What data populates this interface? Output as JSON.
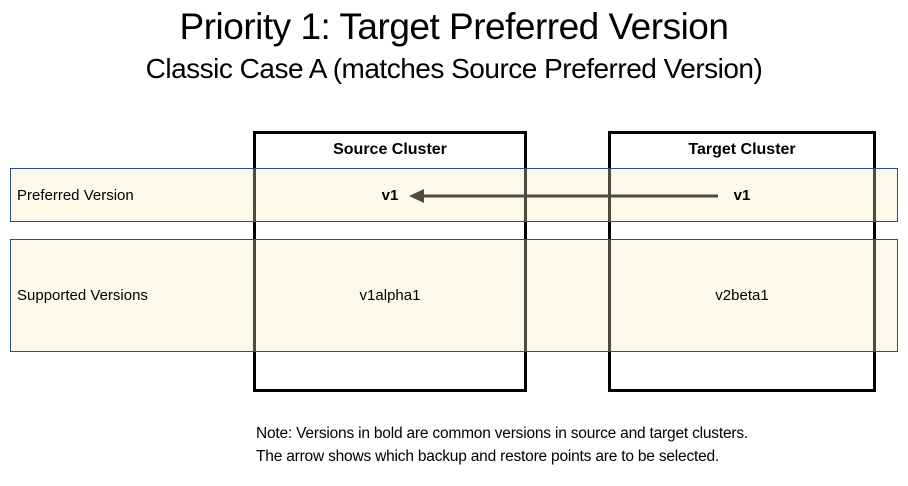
{
  "title": "Priority 1: Target Preferred Version",
  "subtitle": "Classic Case A (matches Source Preferred Version)",
  "rows": [
    {
      "label": "Preferred Version"
    },
    {
      "label": "Supported Versions"
    }
  ],
  "clusters": [
    {
      "name": "Source Cluster",
      "preferred_version": "v1",
      "supported_versions": "v1alpha1"
    },
    {
      "name": "Target Cluster",
      "preferred_version": "v1",
      "supported_versions": "v2beta1"
    }
  ],
  "arrow": {
    "from": "Target Cluster v1",
    "to": "Source Cluster v1",
    "direction": "left",
    "color": "#4a4639"
  },
  "note": {
    "line1": "Note: Versions in bold are common versions in source and target clusters.",
    "line2": "The arrow shows which backup and restore points are to be selected."
  },
  "colors": {
    "background": "#ffffff",
    "text": "#000000",
    "cluster_box_border": "#000000",
    "band_fill": "#fdf9eb",
    "band_border": "#2b4d87",
    "arrow": "#4a4639"
  }
}
